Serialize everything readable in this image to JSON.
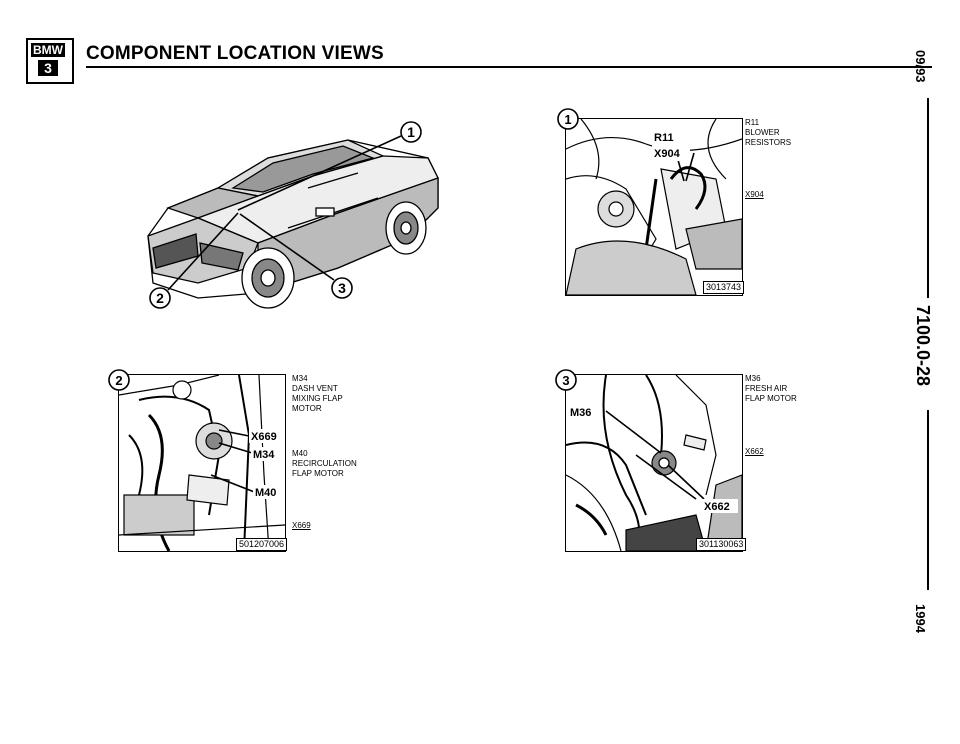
{
  "header": {
    "logo_top": "BMW",
    "logo_bottom": "3",
    "title": "COMPONENT LOCATION VIEWS"
  },
  "margin": {
    "date": "09/93",
    "page": "7100.0-28",
    "year": "1994"
  },
  "overview": {
    "callout_1": "1",
    "callout_2": "2",
    "callout_3": "3"
  },
  "view1": {
    "callout": "1",
    "labels": [
      "R11",
      "X904"
    ],
    "side_label_1": "R11\nBLOWER\nRESISTORS",
    "side_label_2": "X904",
    "image_id": "3013743"
  },
  "view2": {
    "callout": "2",
    "labels": [
      "X669",
      "M34",
      "M40"
    ],
    "side_label_1": "M34\nDASH VENT\nMIXING FLAP\nMOTOR",
    "side_label_2": "M40\nRECIRCULATION\nFLAP MOTOR",
    "side_label_3": "X669",
    "image_id": "501207006"
  },
  "view3": {
    "callout": "3",
    "labels": [
      "M36",
      "X662"
    ],
    "side_label_1": "M36\nFRESH AIR\nFLAP MOTOR",
    "side_label_2": "X662",
    "image_id": "301130063"
  }
}
